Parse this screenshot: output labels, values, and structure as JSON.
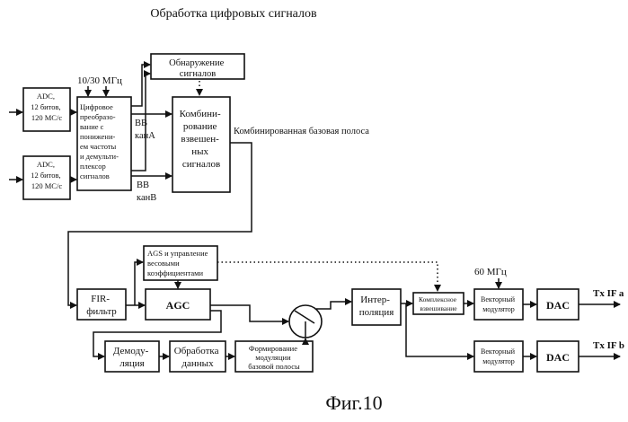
{
  "title": "Обработка цифровых сигналов",
  "caption": "Фиг.10",
  "adc_a": [
    "ADC,",
    "12 битов,",
    "120 МС/с"
  ],
  "adc_b": [
    "ADC,",
    "12 битов,",
    "120 МС/с"
  ],
  "clock_label": "10/30 МГц",
  "ddc": [
    "Цифровое",
    "преобразо-",
    "вание с",
    "понижени-",
    "ем частоты",
    "и демульти-",
    "плексор",
    "сигналов"
  ],
  "detect": [
    "Обнаружение",
    "сигналов"
  ],
  "combiner": [
    "Комбини-",
    "рование",
    "взвешен-",
    "ных",
    "сигналов"
  ],
  "bb_cha": [
    "BB",
    "канА"
  ],
  "bb_chb": [
    "BB",
    "канВ"
  ],
  "combined_label": "Комбинированная базовая полоса",
  "fir": [
    "FIR-",
    "фильтр"
  ],
  "agc_ctrl": [
    "AGS и управление",
    "весовыми",
    "коэффициентами"
  ],
  "agc": "AGC",
  "demod": [
    "Демоду-",
    "ляция"
  ],
  "dataproc": [
    "Обработка",
    "данных"
  ],
  "bbform": [
    "Формирование",
    "модуляции",
    "базовой полосы"
  ],
  "interp": [
    "Интер-",
    "поляция"
  ],
  "cweight": [
    "Комплексное",
    "взвешивание"
  ],
  "lo_label": "60 МГц",
  "vmod_a": [
    "Векторный",
    "модулятор"
  ],
  "vmod_b": [
    "Векторный",
    "модулятор"
  ],
  "dac_a": "DAC",
  "dac_b": "DAC",
  "out_a": "Tx IF a",
  "out_b": "Tx IF b"
}
